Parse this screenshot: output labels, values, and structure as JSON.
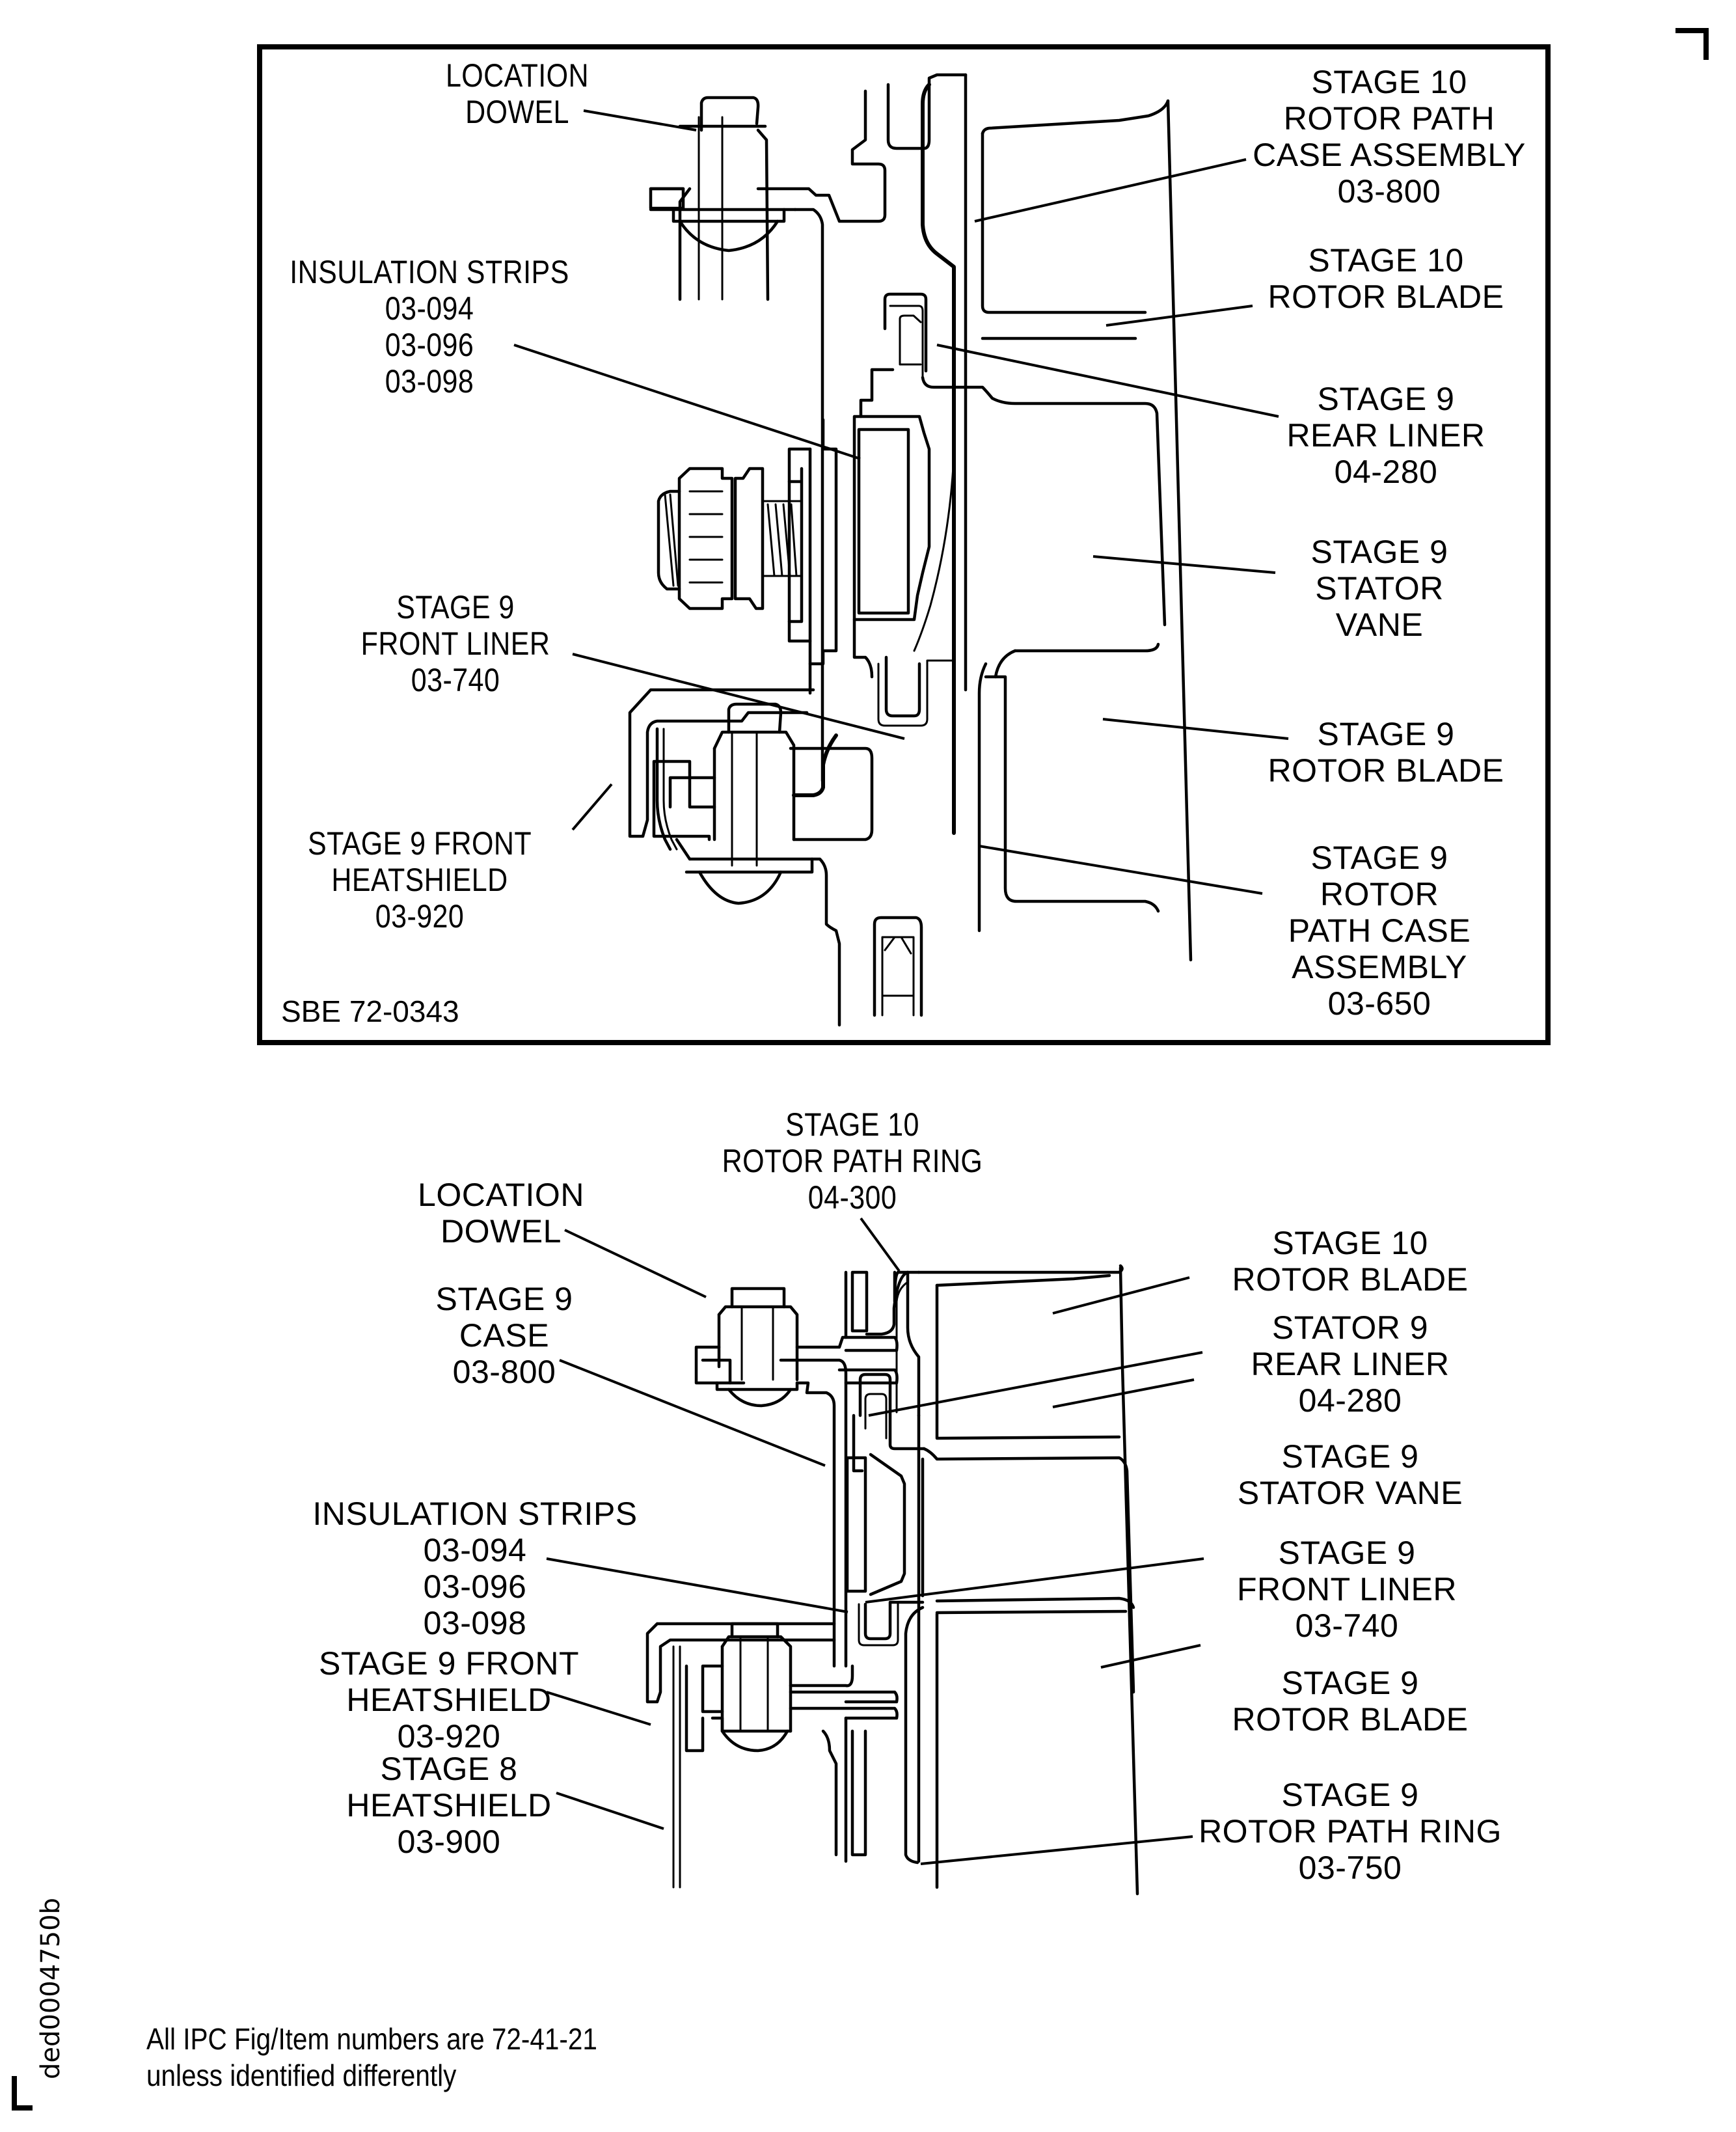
{
  "figure_id": "ded0004750b",
  "footnote": {
    "line1": "All IPC Fig/Item numbers are 72-41-21",
    "line2": "unless identified differently"
  },
  "top_view": {
    "reference": "SBE 72-0343",
    "labels": {
      "location_dowel": [
        "LOCATION",
        "DOWEL"
      ],
      "insulation_strips": [
        "INSULATION STRIPS",
        "03-094",
        "03-096",
        "03-098"
      ],
      "stage9_front_liner": [
        "STAGE 9",
        "FRONT LINER",
        "03-740"
      ],
      "stage9_front_heatshield": [
        "STAGE 9 FRONT",
        "HEATSHIELD",
        "03-920"
      ],
      "stage10_rotor_path_case": [
        "STAGE 10",
        "ROTOR PATH",
        "CASE ASSEMBLY",
        "03-800"
      ],
      "stage10_rotor_blade": [
        "STAGE 10",
        "ROTOR BLADE"
      ],
      "stage9_rear_liner": [
        "STAGE 9",
        "REAR LINER",
        "04-280"
      ],
      "stage9_stator_vane": [
        "STAGE 9",
        "STATOR",
        "VANE"
      ],
      "stage9_rotor_blade": [
        "STAGE 9",
        "ROTOR BLADE"
      ],
      "stage9_rotor_path_case": [
        "STAGE 9",
        "ROTOR",
        "PATH CASE",
        "ASSEMBLY",
        "03-650"
      ]
    }
  },
  "bottom_view": {
    "labels": {
      "stage10_rotor_path_ring": [
        "STAGE 10",
        "ROTOR PATH RING",
        "04-300"
      ],
      "location_dowel": [
        "LOCATION",
        "DOWEL"
      ],
      "stage9_case": [
        "STAGE 9",
        "CASE",
        "03-800"
      ],
      "insulation_strips": [
        "INSULATION STRIPS",
        "03-094",
        "03-096",
        "03-098"
      ],
      "stage9_front_heatshield": [
        "STAGE 9 FRONT",
        "HEATSHIELD",
        "03-920"
      ],
      "stage8_heatshield": [
        "STAGE 8",
        "HEATSHIELD",
        "03-900"
      ],
      "stage10_rotor_blade": [
        "STAGE 10",
        "ROTOR BLADE"
      ],
      "stator9_rear_liner": [
        "STATOR 9",
        "REAR LINER",
        "04-280"
      ],
      "stage9_stator_vane": [
        "STAGE 9",
        "STATOR VANE"
      ],
      "stage9_front_liner": [
        "STAGE 9",
        "FRONT LINER",
        "03-740"
      ],
      "stage9_rotor_blade": [
        "STAGE 9",
        "ROTOR BLADE"
      ],
      "stage9_rotor_path_ring": [
        "STAGE 9",
        "ROTOR PATH RING",
        "03-750"
      ]
    }
  }
}
